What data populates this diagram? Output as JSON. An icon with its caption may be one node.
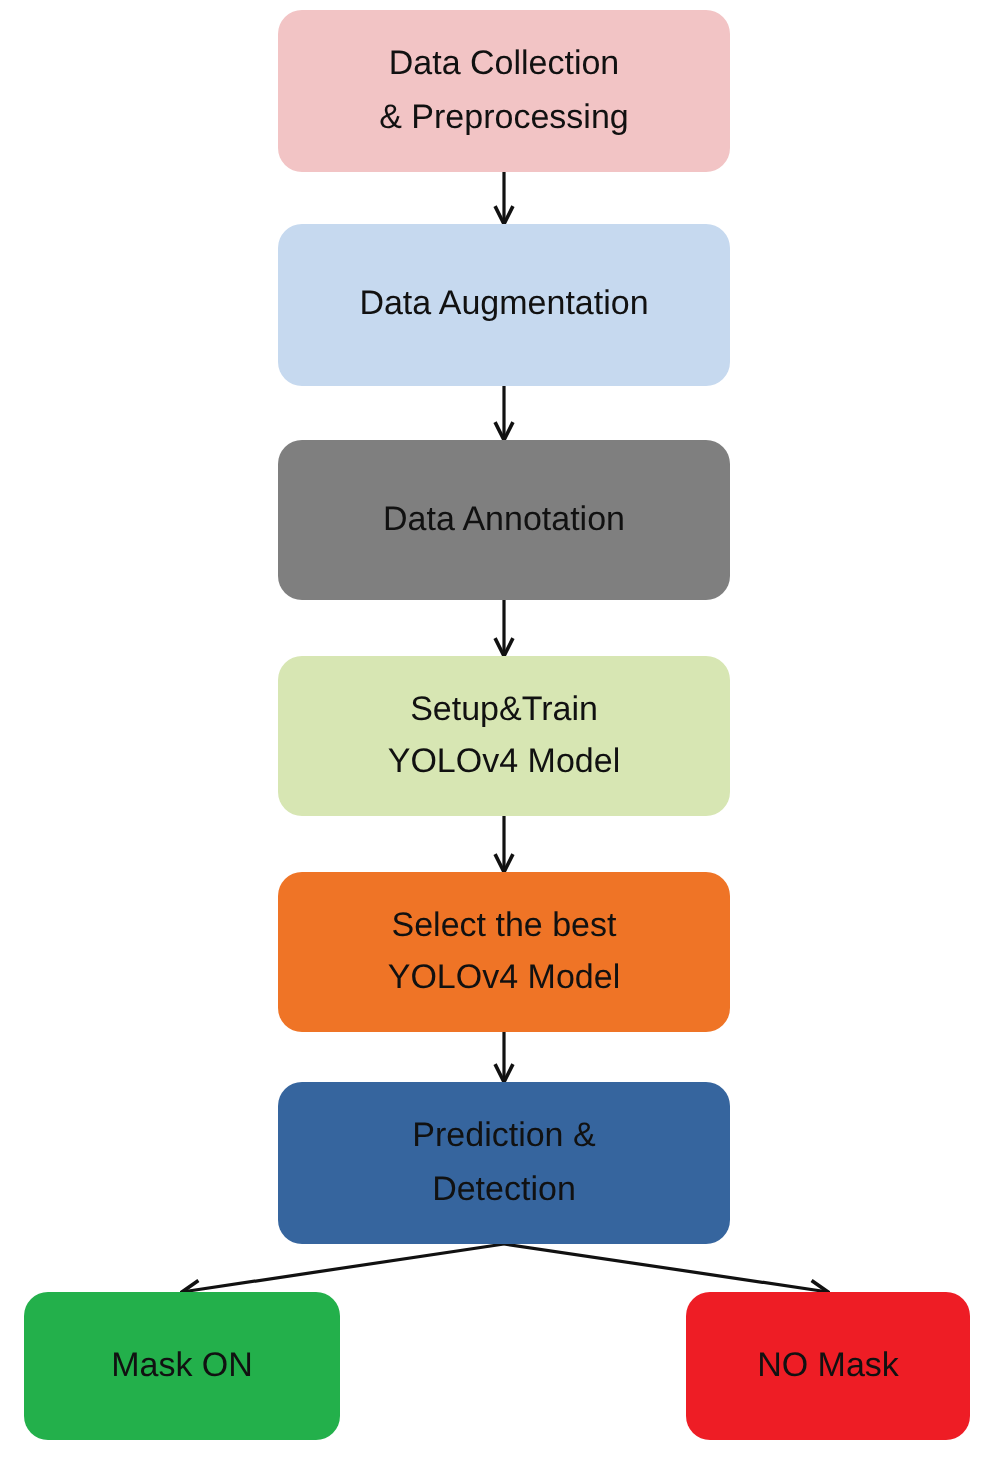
{
  "diagram": {
    "nodes": [
      {
        "text": [
          "Data Collection & Preprocessing"
        ]
      },
      {
        "text": [
          "Data Augmentation"
        ]
      },
      {
        "text": [
          "Data Annotation"
        ]
      },
      {
        "text": [
          "Setup&Train YOLOv4 Model"
        ]
      },
      {
        "text": [
          "Select the best YOLOv4 Model"
        ]
      },
      {
        "text": [
          "Prediction & Detection"
        ]
      },
      {
        "text": [
          "Mask ON"
        ]
      },
      {
        "text": [
          "NO Mask"
        ]
      }
    ],
    "edges": [
      {
        "from": 0,
        "to": 1,
        "arrow": "to"
      },
      {
        "from": 1,
        "to": 2,
        "arrow": "to"
      },
      {
        "from": 2,
        "to": 3,
        "arrow": "to"
      },
      {
        "from": 3,
        "to": 4,
        "arrow": "to"
      },
      {
        "from": 4,
        "to": 5,
        "arrow": "to"
      },
      {
        "from": 5,
        "to": 6,
        "arrow": "to"
      },
      {
        "from": 5,
        "to": 7,
        "arrow": "to"
      }
    ]
  }
}
